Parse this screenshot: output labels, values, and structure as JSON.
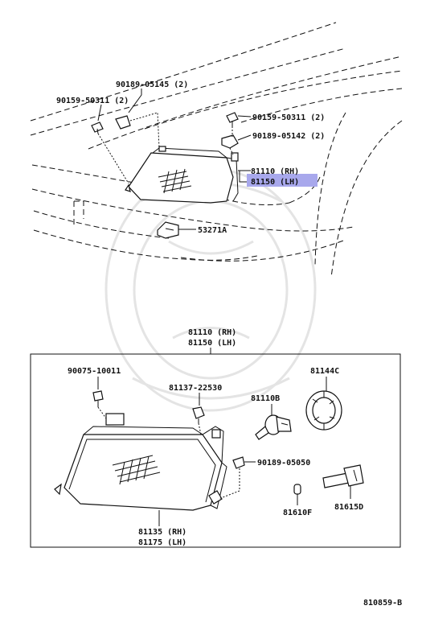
{
  "labels": {
    "p90189_05145": "90189-05145 (2)",
    "p90159_50311_left": "90159-50311 (2)",
    "p90159_50311_right": "90159-50311 (2)",
    "p90189_05142": "90189-05142 (2)",
    "p81110_rh": "81110 (RH)",
    "p81150_lh": "81150 (LH)",
    "p53271a": "53271A",
    "box_81110_rh": "81110 (RH)",
    "box_81150_lh": "81150 (LH)",
    "p90075_10011": "90075-10011",
    "p81137_22530": "81137-22530",
    "p81144c": "81144C",
    "p81110b": "81110B",
    "p90189_05050": "90189-05050",
    "p81135_rh": "81135 (RH)",
    "p81175_lh": "81175 (LH)",
    "p81610f": "81610F",
    "p81615d": "81615D"
  },
  "diagram_id": "810859-B",
  "highlight_color": "#a8a8ec"
}
